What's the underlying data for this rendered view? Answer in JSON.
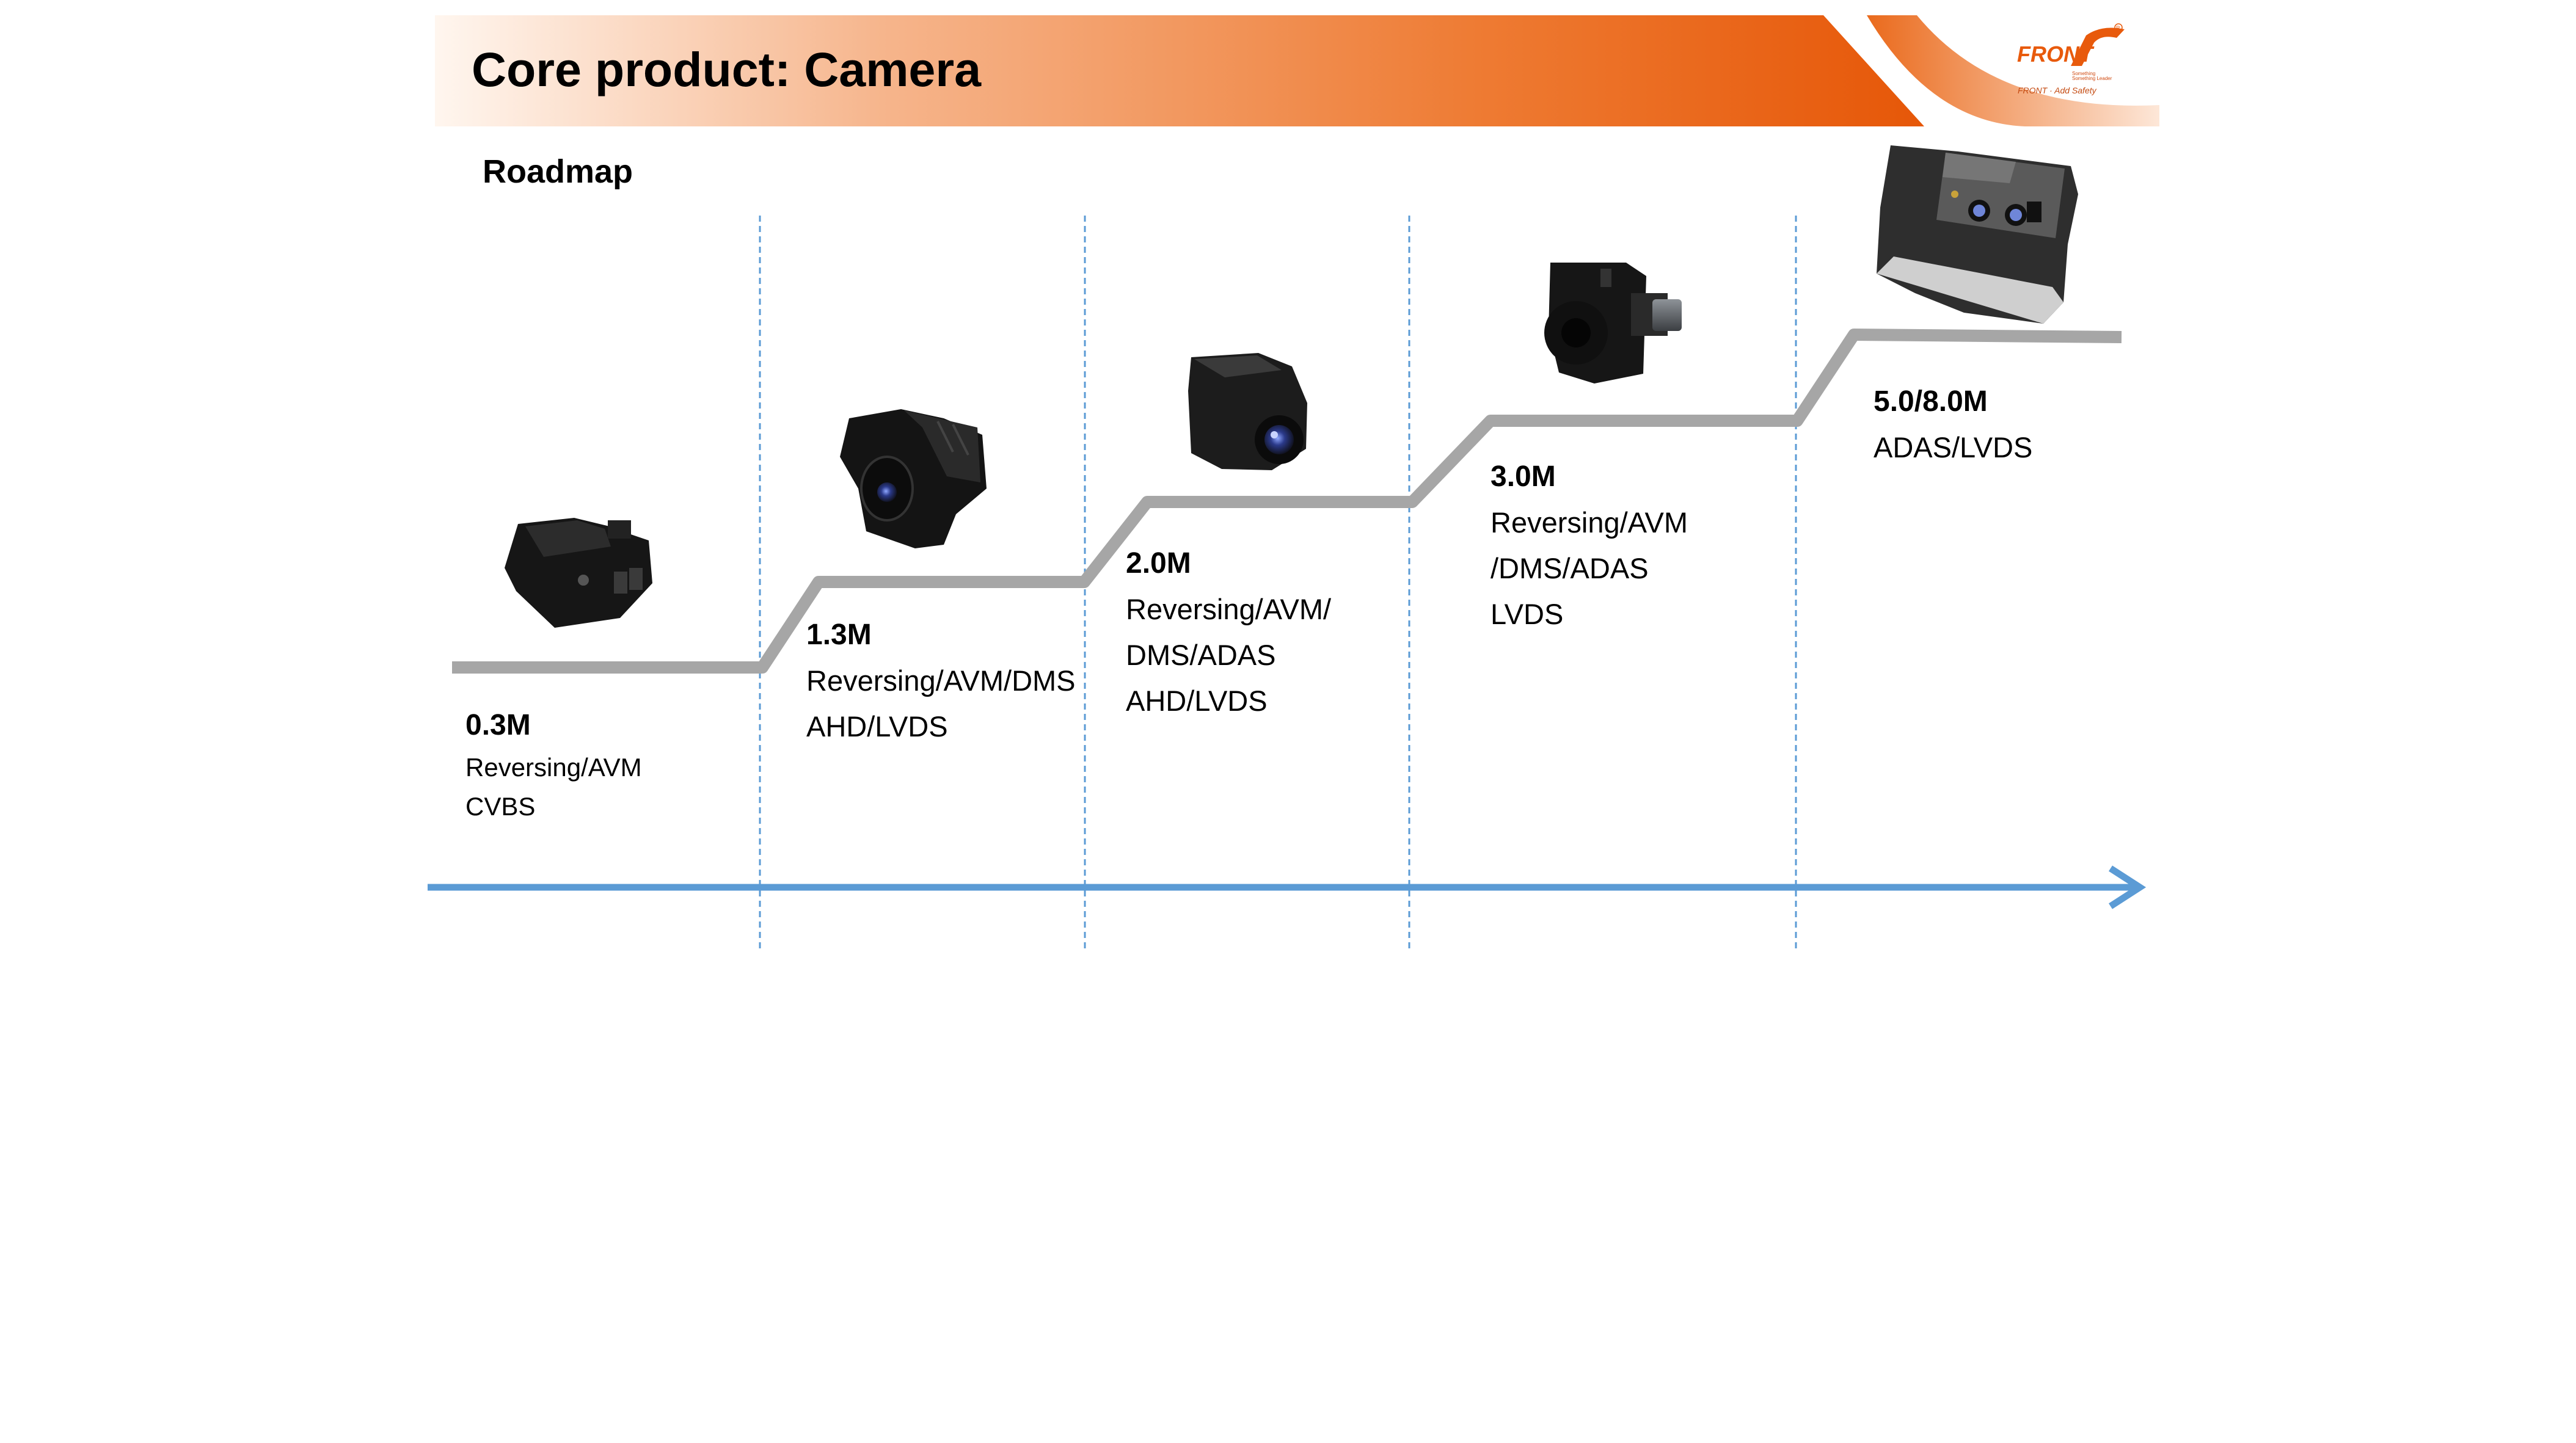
{
  "header": {
    "title": "Core product: Camera",
    "subtitle": "Roadmap",
    "logo_text": "FRONT",
    "logo_small_lines": [
      "Something",
      "Something Leader"
    ],
    "logo_tagline": "FRONT · Add Safety"
  },
  "colors": {
    "accent_orange": "#e85a0c",
    "step_gray": "#a6a6a6",
    "timeline_blue": "#5b9bd5"
  },
  "stages": [
    {
      "resolution": "0.3M",
      "lines": [
        "Reversing/AVM",
        "CVBS"
      ],
      "image": "camera-icon"
    },
    {
      "resolution": "1.3M",
      "lines": [
        "Reversing/AVM/DMS",
        "AHD/LVDS"
      ],
      "image": "camera-icon"
    },
    {
      "resolution": "2.0M",
      "lines": [
        "Reversing/AVM/",
        "DMS/ADAS",
        "AHD/LVDS"
      ],
      "image": "camera-icon"
    },
    {
      "resolution": "3.0M",
      "lines": [
        "Reversing/AVM",
        "/DMS/ADAS",
        "LVDS"
      ],
      "image": "camera-icon"
    },
    {
      "resolution": "5.0/8.0M",
      "lines": [
        "ADAS/LVDS"
      ],
      "image": "camera-icon"
    }
  ]
}
